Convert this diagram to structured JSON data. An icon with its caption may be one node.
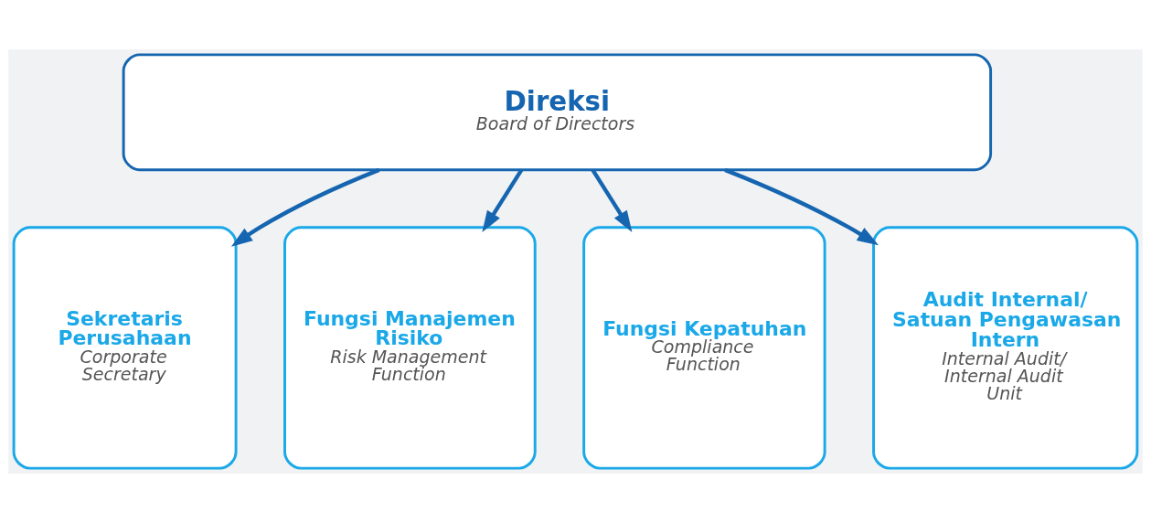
{
  "diagram": {
    "nodes": [
      {
        "text": [
          "Direksi",
          "Board of Directors"
        ]
      },
      {
        "text": [
          "Sekretaris Perusahaan",
          "Corporate Secretary"
        ]
      },
      {
        "text": [
          "Fungsi Manajemen Risiko",
          "Risk Management Function"
        ]
      },
      {
        "text": [
          "Fungsi Kepatuhan",
          "Compliance Function"
        ]
      },
      {
        "text": [
          "Audit Internal/ Satuan Pengawasan Intern",
          "Internal Audit/ Internal Audit Unit"
        ]
      }
    ],
    "edges": [
      {
        "from": 0,
        "to": 1,
        "arrow": "to"
      },
      {
        "from": 0,
        "to": 2,
        "arrow": "to"
      },
      {
        "from": 0,
        "to": 3,
        "arrow": "to"
      },
      {
        "from": 0,
        "to": 4,
        "arrow": "to"
      }
    ]
  }
}
